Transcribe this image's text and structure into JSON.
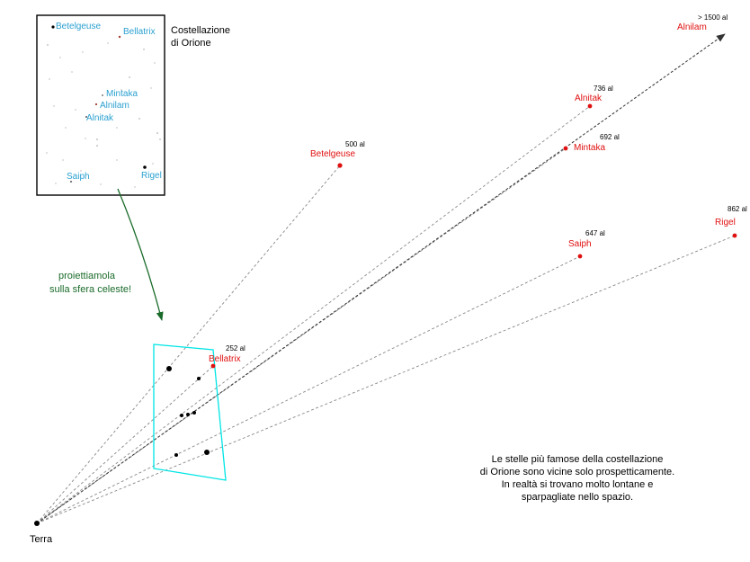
{
  "inset": {
    "title_line1": "Costellazione",
    "title_line2": "di Orione",
    "labels": {
      "betelgeuse": "Betelgeuse",
      "bellatrix": "Bellatrix",
      "mintaka": "Mintaka",
      "alnilam": "Alnilam",
      "alnitak": "Alnitak",
      "saiph": "Saiph",
      "rigel": "Rigel"
    }
  },
  "arrow_caption": {
    "line1": "proiettiamola",
    "line2": "sulla sfera celeste!"
  },
  "earth_label": "Terra",
  "stars": {
    "alnilam": {
      "name": "Alnilam",
      "distance": "> 1500 al"
    },
    "alnitak": {
      "name": "Alnitak",
      "distance": "736 al"
    },
    "mintaka": {
      "name": "Mintaka",
      "distance": "692 al"
    },
    "betelgeuse": {
      "name": "Betelgeuse",
      "distance": "500 al"
    },
    "rigel": {
      "name": "Rigel",
      "distance": "862 al"
    },
    "saiph": {
      "name": "Saiph",
      "distance": "647 al"
    },
    "bellatrix": {
      "name": "Bellatrix",
      "distance": "252 al"
    }
  },
  "note": {
    "line1": "Le stelle più famose della costellazione",
    "line2": "di Orione sono vicine solo prospetticamente.",
    "line3": "In realtà si trovano molto lontane e",
    "line4": "sparpagliate nello spazio."
  },
  "colors": {
    "near_label": "#e01010",
    "inset_label": "#2aa0d0",
    "projection_plane": "#00e5e5",
    "caption_arrow": "#1a6b2a",
    "sight_lines": "#808080"
  }
}
